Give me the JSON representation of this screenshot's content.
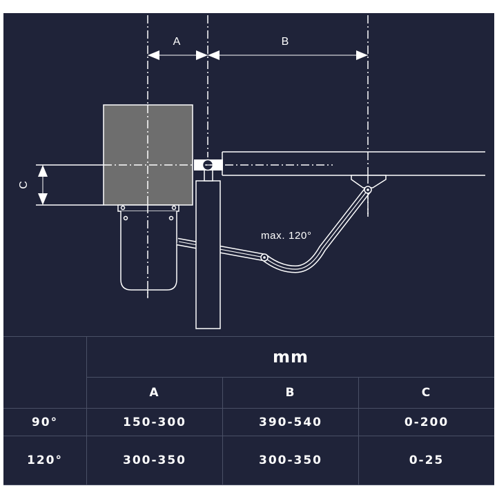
{
  "diagram": {
    "dim_a": "A",
    "dim_b": "B",
    "dim_c": "C",
    "angle_note": "max. 120°"
  },
  "table": {
    "unit": "mm",
    "columns": [
      "A",
      "B",
      "C"
    ],
    "rows": [
      {
        "angle": "90°",
        "values": [
          "150-300",
          "390-540",
          "0-200"
        ]
      },
      {
        "angle": "120°",
        "values": [
          "300-350",
          "300-350",
          "0-25"
        ]
      }
    ]
  },
  "colors": {
    "background": "#1f2339",
    "motor": "#6e6e6e",
    "line": "#ffffff",
    "grid": "#4a5066"
  }
}
